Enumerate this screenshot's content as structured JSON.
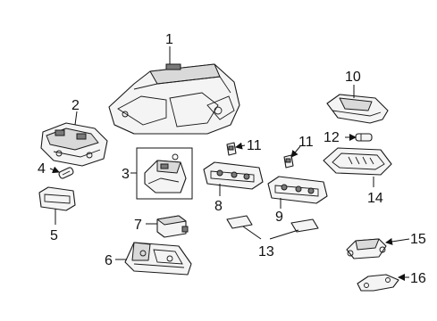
{
  "callouts": {
    "c1": "1",
    "c2": "2",
    "c3": "3",
    "c4": "4",
    "c5": "5",
    "c6": "6",
    "c7": "7",
    "c8": "8",
    "c9": "9",
    "c10": "10",
    "c11a": "11",
    "c11b": "11",
    "c12": "12",
    "c13": "13",
    "c14": "14",
    "c15": "15",
    "c16": "16"
  }
}
